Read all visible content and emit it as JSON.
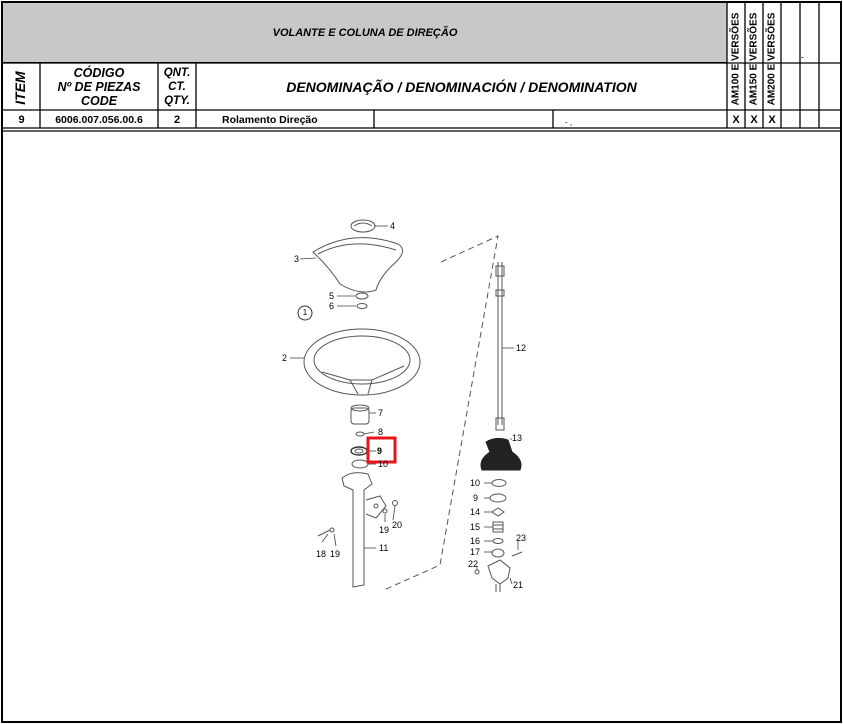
{
  "header": {
    "title": "VOLANTE E COLUNA DE DIREÇÃO",
    "item_label": "ITEM",
    "code_label_1": "CÓDIGO",
    "code_label_2": "Nº DE PIEZAS",
    "code_label_3": "CODE",
    "qty_label_1": "QNT.",
    "qty_label_2": "CT.",
    "qty_label_3": "QTY.",
    "denomination_label": "DENOMINAÇÃO / DENOMINACIÓN / DENOMINATION",
    "versions": [
      "AM100 E VERSÕES",
      "AM150 E VERSÕES",
      "AM200 E VERSÕES"
    ],
    "right_mark": "-"
  },
  "row": {
    "item": "9",
    "code": "6006.007.056.00.6",
    "qty": "2",
    "description": "Rolamento Direção",
    "extra": "- ,",
    "marks": [
      "X",
      "X",
      "X"
    ]
  },
  "diagram": {
    "callouts": {
      "c1": "1",
      "c2": "2",
      "c3": "3",
      "c4": "4",
      "c5": "5",
      "c6": "6",
      "c7": "7",
      "c8": "8",
      "c9": "9",
      "c10": "10",
      "c11": "11",
      "c12": "12",
      "c13": "13",
      "c10b": "10",
      "c9b": "9",
      "c14": "14",
      "c15": "15",
      "c16": "16",
      "c17": "17",
      "c18": "18",
      "c19a": "19",
      "c19b": "19",
      "c20": "20",
      "c21": "21",
      "c22": "22",
      "c23": "23"
    },
    "highlight_color": "#e8141c"
  }
}
